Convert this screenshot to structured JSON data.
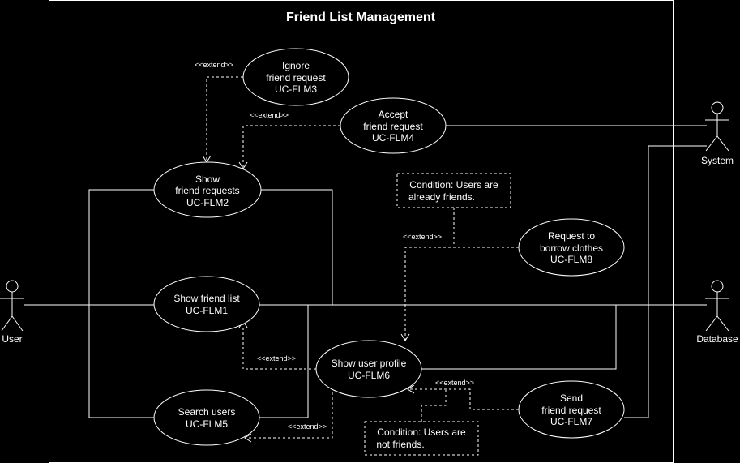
{
  "system_title": "Friend List Management",
  "actors": {
    "user": "User",
    "system": "System",
    "database": "Database"
  },
  "use_cases": {
    "ignore": {
      "l1": "Ignore",
      "l2": "friend request",
      "l3": "UC-FLM3"
    },
    "accept": {
      "l1": "Accept",
      "l2": "friend request",
      "l3": "UC-FLM4"
    },
    "show_requests": {
      "l1": "Show",
      "l2": "friend  requests",
      "l3": "UC-FLM2"
    },
    "borrow": {
      "l1": "Request to",
      "l2": "borrow clothes",
      "l3": "UC-FLM8"
    },
    "friend_list": {
      "l1": "Show friend list",
      "l2": "UC-FLM1"
    },
    "user_profile": {
      "l1": "Show user profile",
      "l2": "UC-FLM6"
    },
    "search_users": {
      "l1": "Search users",
      "l2": "UC-FLM5"
    },
    "send_request": {
      "l1": "Send",
      "l2": "friend request",
      "l3": "UC-FLM7"
    }
  },
  "conditions": {
    "friends": {
      "l1": "Condition: Users are",
      "l2": "already friends."
    },
    "not_friends": {
      "l1": "Condition: Users are",
      "l2": "not friends."
    }
  },
  "extend_label": "<<extend>>"
}
